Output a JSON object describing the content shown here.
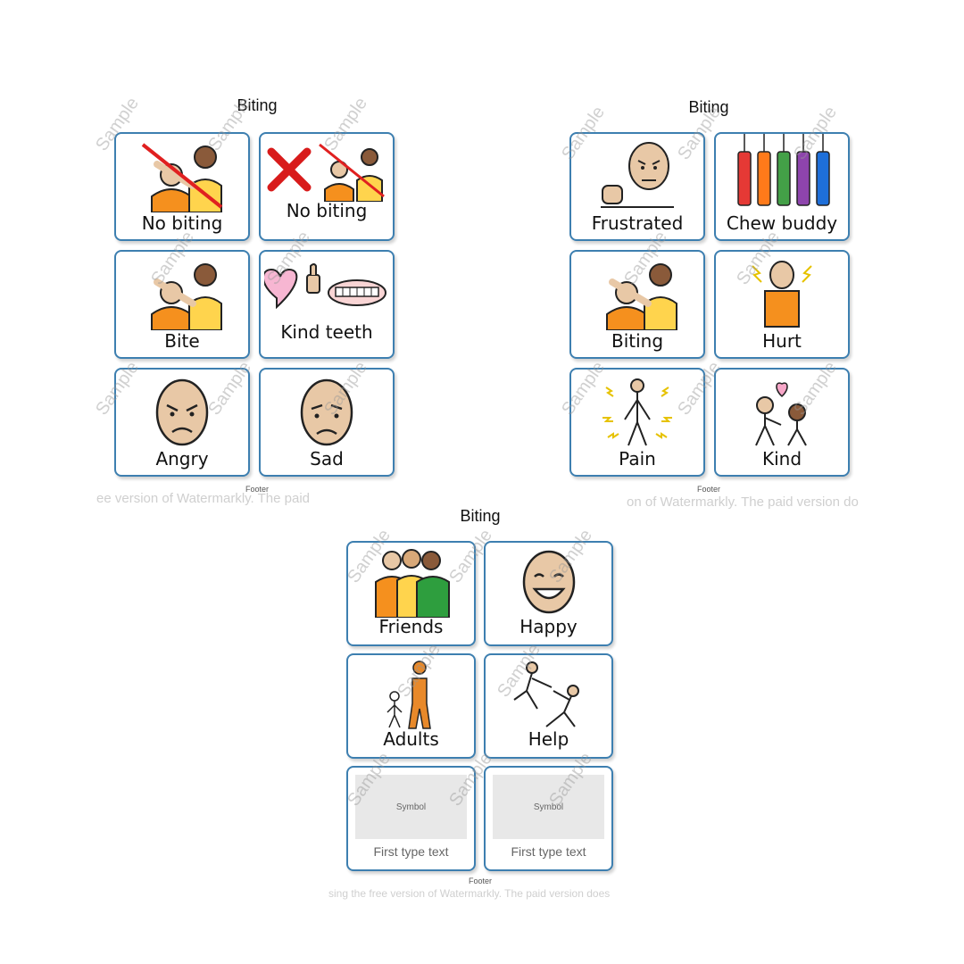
{
  "watermark": {
    "stamp_text": "Sample",
    "strip_left": "ee version of Watermarkly. The paid",
    "strip_right": "on of Watermarkly. The paid version do",
    "strip_bottom": "sing the free version of Watermarkly. The paid version does"
  },
  "boards": [
    {
      "title": "Biting",
      "footer": "Footer",
      "cards": [
        {
          "label": "No biting",
          "icon": "no-biting-icon"
        },
        {
          "label": "No biting",
          "icon": "red-x-no-biting-icon"
        },
        {
          "label": "Bite",
          "icon": "bite-icon"
        },
        {
          "label": "Kind teeth",
          "icon": "kind-teeth-icon"
        },
        {
          "label": "Angry",
          "icon": "angry-face-icon"
        },
        {
          "label": "Sad",
          "icon": "sad-face-icon"
        }
      ]
    },
    {
      "title": "Biting",
      "footer": "Footer",
      "cards": [
        {
          "label": "Frustrated",
          "icon": "frustrated-face-icon"
        },
        {
          "label": "Chew buddy",
          "icon": "chew-buddy-icon"
        },
        {
          "label": "Biting",
          "icon": "biting-icon"
        },
        {
          "label": "Hurt",
          "icon": "hurt-icon"
        },
        {
          "label": "Pain",
          "icon": "pain-icon"
        },
        {
          "label": "Kind",
          "icon": "kind-icon"
        }
      ]
    },
    {
      "title": "Biting",
      "footer": "Footer",
      "cards": [
        {
          "label": "Friends",
          "icon": "friends-icon"
        },
        {
          "label": "Happy",
          "icon": "happy-face-icon"
        },
        {
          "label": "Adults",
          "icon": "adults-icon"
        },
        {
          "label": "Help",
          "icon": "help-icon"
        },
        {
          "label": "First type text",
          "placeholder": "Symbol"
        },
        {
          "label": "First type text",
          "placeholder": "Symbol"
        }
      ]
    }
  ]
}
